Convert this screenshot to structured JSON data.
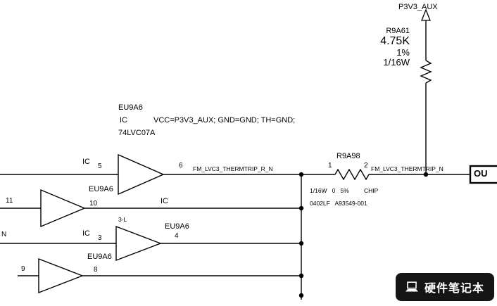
{
  "colors": {
    "wire": "#000000",
    "background": "#ffffff",
    "watermark_bg": "#151515"
  },
  "power_net": {
    "label": "P3V3_AUX"
  },
  "pullup_resistor": {
    "ref": "R9A61",
    "value": "4.75K",
    "tolerance": "1%",
    "wattage": "1/16W"
  },
  "ic_header": {
    "ref": "EU9A6",
    "designator": "IC",
    "power_pins": "VCC=P3V3_AUX; GND=GND; TH=GND;",
    "part_number": "74LVC07A"
  },
  "buffer1": {
    "designator": "IC",
    "input_pin": "5",
    "output_pin": "6",
    "output_net": "FM_LVC3_THERMTRIP_R_N"
  },
  "buffer2": {
    "input_pin": "11",
    "ref": "EU9A6",
    "output_pin": "10",
    "designator": "IC"
  },
  "buffer3": {
    "input_net": "N",
    "designator": "IC",
    "input_pin": "3",
    "stub_label": "3-L",
    "ref": "EU9A6",
    "output_pin": "4"
  },
  "buffer4": {
    "input_pin": "9",
    "ref": "EU9A6",
    "output_pin": "8"
  },
  "series_resistor": {
    "ref": "R9A98",
    "pin1": "1",
    "pin2": "2",
    "output_net": "FM_LVC3_THERMTRIP_N",
    "spec_line1": "1/16W   0   5%",
    "spec_chip": "CHIP",
    "spec_line2": "0402LF   A93549-001"
  },
  "offpage_connector": {
    "label": "OU"
  },
  "watermark": {
    "text": "硬件笔记本"
  }
}
